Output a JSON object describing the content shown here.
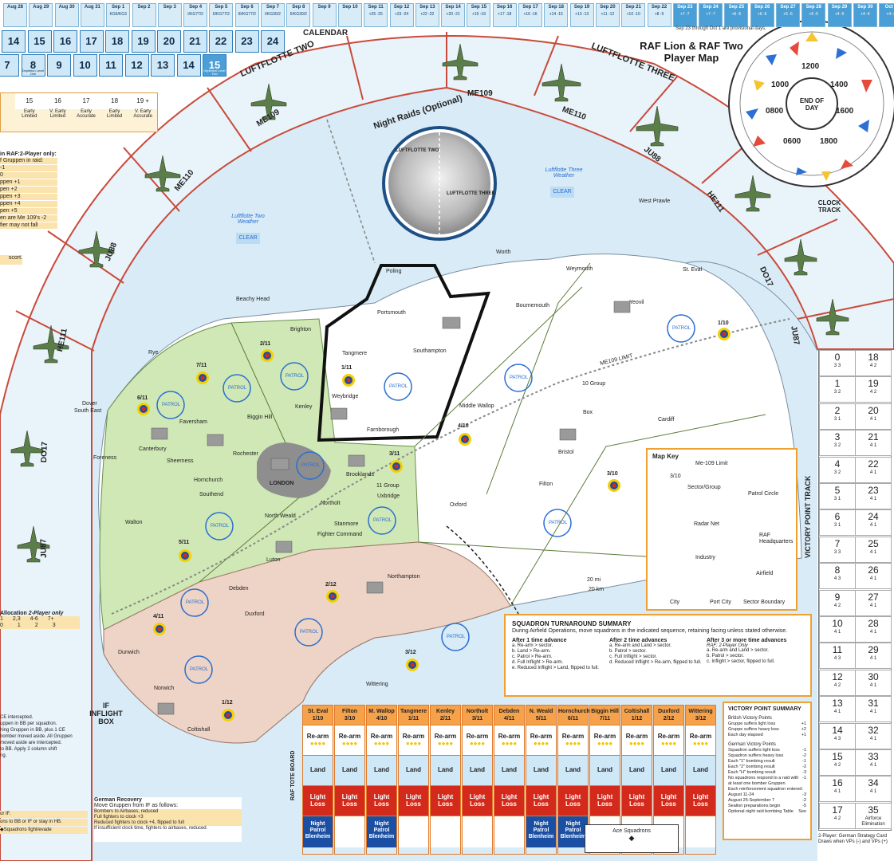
{
  "title": {
    "line1": "RAF Lion & RAF Two",
    "line2": "Player Map"
  },
  "calendar": {
    "heading": "CALENDAR",
    "note": "Sep 23 through Oct 1 are provisional days.",
    "days": [
      {
        "d": "Aug 28",
        "n": ""
      },
      {
        "d": "Aug 29",
        "n": ""
      },
      {
        "d": "Aug 30",
        "n": ""
      },
      {
        "d": "Aug 31",
        "n": ""
      },
      {
        "d": "Sep 1",
        "n": "KG6/KG3"
      },
      {
        "d": "Sep 2",
        "n": ""
      },
      {
        "d": "Sep 3",
        "n": ""
      },
      {
        "d": "Sep 4",
        "n": "I/KG77/2"
      },
      {
        "d": "Sep 5",
        "n": "II/KG77/2"
      },
      {
        "d": "Sep 6",
        "n": "III/KG77/2"
      },
      {
        "d": "Sep 7",
        "n": "I/KG30/2"
      },
      {
        "d": "Sep 8",
        "n": "II/KG30/2"
      },
      {
        "d": "Sep 9",
        "n": ""
      },
      {
        "d": "Sep 10",
        "n": ""
      },
      {
        "d": "Sep 11",
        "n": "+25 -25"
      },
      {
        "d": "Sep 12",
        "n": "+23 -24"
      },
      {
        "d": "Sep 13",
        "n": "+22 -22"
      },
      {
        "d": "Sep 14",
        "n": "+20 -21"
      },
      {
        "d": "Sep 15",
        "n": "+19 -19"
      },
      {
        "d": "Sep 16",
        "n": "+17 -18"
      },
      {
        "d": "Sep 17",
        "n": "+16 -16"
      },
      {
        "d": "Sep 18",
        "n": "+14 -15"
      },
      {
        "d": "Sep 19",
        "n": "+13 -13"
      },
      {
        "d": "Sep 20",
        "n": "+11 -12"
      },
      {
        "d": "Sep 21",
        "n": "+10 -10"
      },
      {
        "d": "Sep 22",
        "n": "+8 -9"
      },
      {
        "d": "Sep 23",
        "n": "+7 -7"
      },
      {
        "d": "Sep 24",
        "n": "+7 -7"
      },
      {
        "d": "Sep 25",
        "n": "+6 -6"
      },
      {
        "d": "Sep 26",
        "n": "+6 -6"
      },
      {
        "d": "Sep 27",
        "n": "+5 -6"
      },
      {
        "d": "Sep 28",
        "n": "+5 -5"
      },
      {
        "d": "Sep 29",
        "n": "+4 -5"
      },
      {
        "d": "Sep 30",
        "n": "+4 -4"
      },
      {
        "d": "Oct 1",
        "n": "+4 -4"
      }
    ],
    "row1": [
      "14",
      "15",
      "16",
      "17",
      "18",
      "19",
      "20",
      "21",
      "22",
      "23",
      "24"
    ],
    "row2": [
      "7",
      "8",
      "9",
      "10",
      "11",
      "12",
      "13",
      "14",
      "15"
    ],
    "row2_notes": {
      "8": "Depletion Level One",
      "15": "Depletion Level Two"
    }
  },
  "left_table": {
    "cols": [
      "15",
      "16",
      "17",
      "18",
      "19 +"
    ],
    "row_a": [
      "Early",
      "V. Early",
      "Early",
      "Early",
      "V. Early"
    ],
    "row_b": [
      "Limited",
      "Limited",
      "Accurate",
      "Limited",
      "Accurate"
    ],
    "two_player_title": "in RAF:2-Player only:",
    "two_player_lines": [
      "f Gruppen in raid:",
      "-1",
      "0",
      "ppen +1",
      "pen +2",
      "ppen +3",
      "ppen +4",
      "pen +5",
      "en are Me 109's -2",
      "fier may not fall"
    ]
  },
  "ring": {
    "lf2": "LUFTFLOTTE TWO",
    "lf3": "LUFTFLOTTE THREE",
    "aircraft": [
      "ME109",
      "ME110",
      "JU88",
      "HE111",
      "DO17",
      "JU87",
      "ME109",
      "ME110",
      "JU88",
      "HE111",
      "DO17",
      "JU87"
    ]
  },
  "night": {
    "title": "Night Raids (Optional)",
    "lf2": "LUFTFLOTTE TWO",
    "lf3": "LUFTFLOTTE THREE"
  },
  "weather": {
    "lf2_title": "Luftflotte Two Weather",
    "lf2_value": "CLEAR",
    "lf3_title": "Luftflotte Three Weather",
    "lf3_value": "CLEAR"
  },
  "clock": {
    "title": "CLOCK TRACK",
    "center": "END OF DAY",
    "times": [
      "1200",
      "1400",
      "1600",
      "1800",
      "0600",
      "0800",
      "1000"
    ]
  },
  "places": {
    "poling": "Poling",
    "portsmouth": "Portsmouth",
    "worth": "Worth",
    "weymouth": "Weymouth",
    "bournemouth": "Bournemouth",
    "west_prawle": "West Prawle",
    "st_eval": "St. Eval",
    "yeovil": "Yeovil",
    "beachy": "Beachy Head",
    "brighton": "Brighton",
    "tangmere": "Tangmere",
    "southampton": "Southampton",
    "rye": "Rye",
    "dover": "Dover",
    "south_east": "South East",
    "weybridge": "Weybridge",
    "farnborough": "Farnborough",
    "middle_wallop": "Middle Wallop",
    "box": "Box",
    "ten_group": "10 Group",
    "cardiff": "Cardiff",
    "bristol": "Bristol",
    "filton": "Filton",
    "faversham": "Faversham",
    "biggin": "Biggin Hill",
    "kenley": "Kenley",
    "canterbury": "Canterbury",
    "foreness": "Foreness",
    "sheerness": "Sheerness",
    "rochester": "Rochester",
    "hornchurch": "Hornchurch",
    "london": "LONDON",
    "southend": "Southend",
    "brooklands": "Brooklands",
    "eleven_group": "11 Group",
    "uxbridge": "Uxbridge",
    "northolt": "Northolt",
    "north_weald": "North Weald",
    "stanmore": "Stanmore",
    "fighter_command": "Fighter Command",
    "oxford": "Oxford",
    "walton": "Walton",
    "luton": "Luton",
    "debden": "Debden",
    "duxford": "Duxford",
    "northampton": "Northampton",
    "dunwich": "Dunwich",
    "wittering": "Wittering",
    "norwich": "Norwich",
    "coltishall": "Coltishall",
    "me109_limit": "ME109 LIMIT"
  },
  "sectors": {
    "s1": "1/10",
    "s2": "2/11",
    "s3": "7/11",
    "s4": "6/11",
    "s5": "1/11",
    "s6": "4/10",
    "s7": "3/10",
    "s8": "3/11",
    "s9": "5/11",
    "s10": "2/12",
    "s11": "4/11",
    "s12": "3/12",
    "s13": "1/12"
  },
  "patrol": "PATROL",
  "map_key": {
    "title": "Map Key",
    "me109": "Me-109 Limit",
    "sector_val": "3/10",
    "sector": "Sector/Group",
    "patrol": "Patrol Circle",
    "radar": "Radar Net",
    "raf_hq": "RAF Headquarters",
    "industry": "Industry",
    "airfield": "Airfield",
    "city": "City",
    "port": "Port City",
    "boundary": "Sector Boundary",
    "scale1": "20 mi",
    "scale2": "20 km"
  },
  "turnaround": {
    "title": "SQUADRON TURNAROUND SUMMARY",
    "intro": "During Airfield Operations, move squadrons in the indicated sequence, retaining facing unless stated otherwise.",
    "c1_title": "After 1 time advance",
    "c1": [
      "a. Re-arm > sector.",
      "b. Land > Re-arm.",
      "c. Patrol > Re-arm.",
      "d. Full Inflight > Re-arm.",
      "e. Reduced Inflight > Land, flipped to full."
    ],
    "c2_title": "After 2 time advances",
    "c2": [
      "a. Re-arm and Land > sector.",
      "b. Patrol > sector.",
      "c. Full Inflight > sector.",
      "d. Reduced Inflight > Re-arm, flipped to full."
    ],
    "c3_title": "After 3 or more time advances",
    "c3_sub": "RAF: 2-Player Only",
    "c3": [
      "a. Re-arm and Land > sector.",
      "b. Patrol > sector.",
      "c. Inflight > sector, flipped to full."
    ]
  },
  "tote": {
    "side": "RAF TOTE BOARD",
    "cols": [
      {
        "name": "St. Eval",
        "sec": "1/10",
        "night": "Night Patrol Blenheim"
      },
      {
        "name": "Filton",
        "sec": "3/10",
        "night": ""
      },
      {
        "name": "M. Wallop",
        "sec": "4/10",
        "night": "Night Patrol Blenheim"
      },
      {
        "name": "Tangmere",
        "sec": "1/11",
        "night": ""
      },
      {
        "name": "Kenley",
        "sec": "2/11",
        "night": ""
      },
      {
        "name": "Northolt",
        "sec": "3/11",
        "night": ""
      },
      {
        "name": "Debden",
        "sec": "4/11",
        "night": ""
      },
      {
        "name": "N. Weald",
        "sec": "5/11",
        "night": "Night Patrol Blenheim"
      },
      {
        "name": "Hornchurch",
        "sec": "6/11",
        "night": "Night Patrol Blenheim"
      },
      {
        "name": "Biggin Hill",
        "sec": "7/11",
        "night": ""
      },
      {
        "name": "Coltishall",
        "sec": "1/12",
        "night": ""
      },
      {
        "name": "Duxford",
        "sec": "2/12",
        "night": ""
      },
      {
        "name": "Wittering",
        "sec": "3/12",
        "night": ""
      }
    ],
    "rearm": "Re-arm",
    "land": "Land",
    "loss": "Light Loss",
    "ace": "Ace Squadrons"
  },
  "vp_summary": {
    "title": "VICTORY POINT SUMMARY",
    "british": "British Victory Points",
    "b_lines": [
      [
        "Gruppe suffers light loss",
        "+1"
      ],
      [
        "Gruppe suffers heavy loss",
        "+2"
      ],
      [
        "Each day elapsed",
        "+1"
      ]
    ],
    "german": "German Victory Points",
    "g_lines": [
      [
        "Squadron suffers light loss",
        "-1"
      ],
      [
        "Squadron suffers heavy loss",
        "-2"
      ],
      [
        "Each \"1\" bombing result",
        "-1"
      ],
      [
        "Each \"2\" bombing result",
        "-2"
      ],
      [
        "Each \"H\" bombing result",
        "-3"
      ],
      [
        "No squadrons respond to a raid with at least one bomber Gruppen",
        "-1"
      ],
      [
        "Each reinforcement squadron entered:",
        ""
      ],
      [
        "August 11-24",
        "-3"
      ],
      [
        "August 25-September 7",
        "-2"
      ],
      [
        "Sealion preparations begin",
        "-5"
      ],
      [
        "Optional night raid bombing Table",
        "See"
      ]
    ]
  },
  "vp_track": {
    "title": "VICTORY POINT TRACK",
    "left": [
      [
        "0",
        "3 3"
      ],
      [
        "1",
        "3 2"
      ],
      [
        "2",
        "3 1"
      ],
      [
        "3",
        "3 2"
      ],
      [
        "4",
        "3 2"
      ],
      [
        "5",
        "3 1"
      ],
      [
        "6",
        "3 1"
      ],
      [
        "7",
        "3 3"
      ],
      [
        "8",
        "4 3"
      ],
      [
        "9",
        "4 2"
      ],
      [
        "10",
        "4 1"
      ],
      [
        "11",
        "4 3"
      ],
      [
        "12",
        "4 2"
      ],
      [
        "13",
        "4 1"
      ],
      [
        "14",
        "4 3"
      ],
      [
        "15",
        "4 2"
      ],
      [
        "16",
        "4 1"
      ],
      [
        "17",
        "4 2"
      ]
    ],
    "right": [
      [
        "18",
        "4 2"
      ],
      [
        "19",
        "4 2"
      ],
      [
        "20",
        "4 1"
      ],
      [
        "21",
        "4 1"
      ],
      [
        "22",
        "4 1"
      ],
      [
        "23",
        "4 1"
      ],
      [
        "24",
        "4 1"
      ],
      [
        "25",
        "4 1"
      ],
      [
        "26",
        "4 1"
      ],
      [
        "27",
        "4 1"
      ],
      [
        "28",
        "4 1"
      ],
      [
        "29",
        "4 1"
      ],
      [
        "30",
        "4 1"
      ],
      [
        "31",
        "4 1"
      ],
      [
        "32",
        "4 1"
      ],
      [
        "33",
        "4 1"
      ],
      [
        "34",
        "4 1"
      ],
      [
        "35",
        "Airforce Elimination"
      ]
    ],
    "footer": "2-Player: German Strategy Card Draws when VPs (-) and VPs (+)"
  },
  "if_box": {
    "title": "IF INFLIGHT BOX"
  },
  "recovery": {
    "title": "German Recovery",
    "intro": "Move Gruppen from IF as follows:",
    "lines": [
      "Bombers to Airbases, reduced",
      "Full fighters to clock +3",
      "Reduced fighters to clock +4, flipped to full",
      "If insufficient clock time, fighters to airbases, reduced."
    ]
  },
  "allocation": {
    "title": "Allocation",
    "sub": "2-Player only",
    "cols": [
      "1",
      "2,3",
      "4-6",
      "7+"
    ],
    "vals": [
      "0",
      "1",
      "2",
      "3"
    ]
  },
  "left_notes": [
    "CE intercepted.",
    "uppen in BB per squadron.",
    "hing Gruppen in BB, plus 1 CE",
    "bomber moved aside. All Gruppen",
    "moved aside are intercepted.",
    "to BB. Apply 2 column shift",
    "ng."
  ],
  "left_bottom": [
    "or IF.",
    "ons to BB or IF or stay in HB.",
    "Squadrons fight/evade"
  ],
  "escort": "scort."
}
